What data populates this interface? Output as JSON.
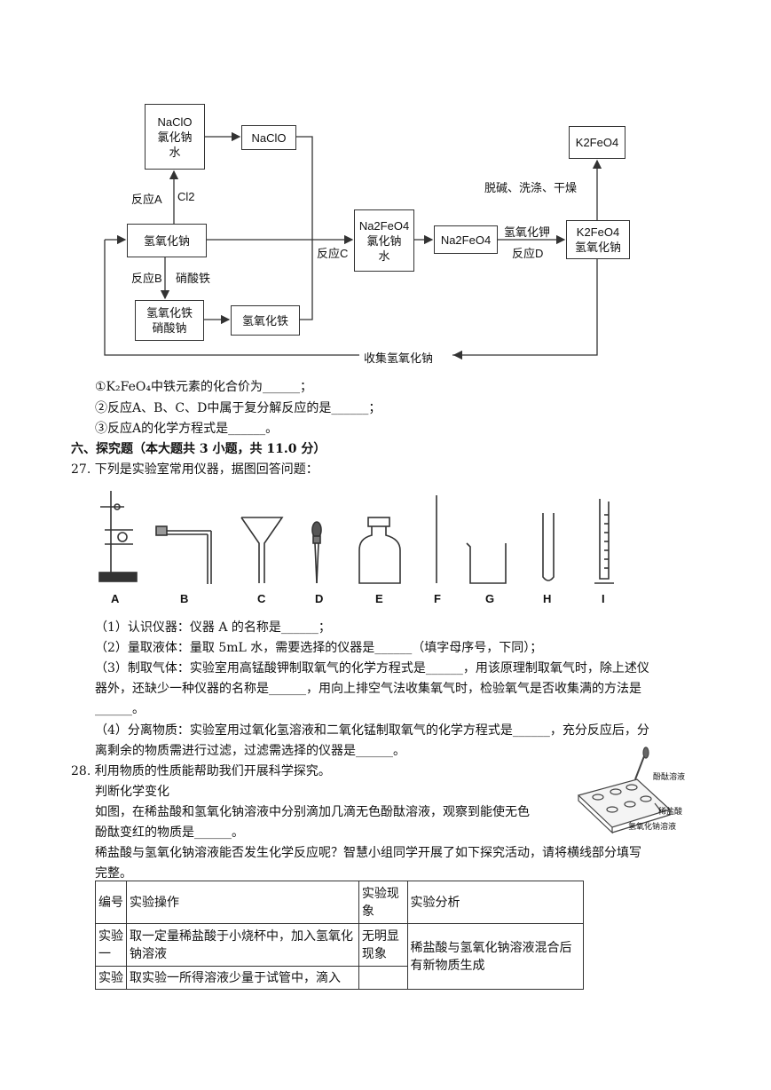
{
  "diagram": {
    "box_naclo_mix": [
      "NaClO",
      "氯化钠",
      "水"
    ],
    "box_naclo": "NaClO",
    "box_naoh": "氢氧化钠",
    "box_feoh_nano3": [
      "氢氧化铁",
      "硝酸钠"
    ],
    "box_feoh": "氢氧化铁",
    "box_na2feo4_mix": [
      "Na2FeO4",
      "氯化钠",
      "水"
    ],
    "box_na2feo4": "Na2FeO4",
    "box_k2feo4_mix": [
      "K2FeO4",
      "氢氧化钠"
    ],
    "box_k2feo4": "K2FeO4",
    "label_reaction_a": "反应A",
    "label_cl2": "Cl2",
    "label_reaction_b": "反应B",
    "label_ferric_nitrate": "硝酸铁",
    "label_reaction_c": "反应C",
    "label_koh": "氢氧化钾",
    "label_reaction_d": "反应D",
    "label_post_treat": "脱碱、洗涤、干燥",
    "label_collect": "收集氢氧化钠"
  },
  "q26": {
    "line1": "①K₂FeO₄中铁元素的化合价为______；",
    "line2": "②反应A、B、C、D中属于复分解反应的是______；",
    "line3": "③反应A的化学方程式是______。"
  },
  "section6": "六、探究题（本大题共 3 小题，共 11.0 分）",
  "q27": {
    "stem": "27.  下列是实验室常用仪器，据图回答问题：",
    "instrument_labels": [
      "A",
      "B",
      "C",
      "D",
      "E",
      "F",
      "G",
      "H",
      "I"
    ],
    "p1": "（1）认识仪器：仪器 A 的名称是______；",
    "p2": "（2）量取液体：量取 5mL 水，需要选择的仪器是______（填字母序号，下同）；",
    "p3a": "（3）制取气体：实验室用高锰酸钾制取氧气的化学方程式是______，用该原理制取氧气时，除上述仪",
    "p3b": "器外，还缺少一种仪器的名称是______，用向上排空气法收集氧气时，检验氧气是否收集满的方法是",
    "p3c": "______。",
    "p4a": "（4）分离物质：实验室用过氧化氢溶液和二氧化锰制取氧气的化学方程式是______，充分反应后，分",
    "p4b": "离剩余的物质需进行过滤，过滤需选择的仪器是______。"
  },
  "q28": {
    "stem": "28.  利用物质的性质能帮助我们开展科学探究。",
    "sub": "判断化学变化",
    "l1": "如图，在稀盐酸和氢氧化钠溶液中分别滴加几滴无色酚酞溶液，观察到能使无色",
    "l2": "酚酞变红的物质是______。",
    "l3": "稀盐酸与氢氧化钠溶液能否发生化学反应呢？智慧小组同学开展了如下探究活动，请将横线部分填写",
    "l4": "完整。",
    "figure_labels": [
      "酚酞溶液",
      "稀盐酸",
      "氢氧化钠溶液"
    ],
    "table": {
      "headers": [
        "编号",
        "实验操作",
        "实验现象",
        "实验分析"
      ],
      "row1": [
        "实验一",
        "取一定量稀盐酸于小烧杯中，加入氢氧化钠溶液",
        "无明显现象",
        "稀盐酸与氢氧化钠溶液混合后有新物质生成"
      ],
      "row2": [
        "实验",
        "取实验一所得溶液少量于试管中，滴入",
        ""
      ]
    }
  }
}
